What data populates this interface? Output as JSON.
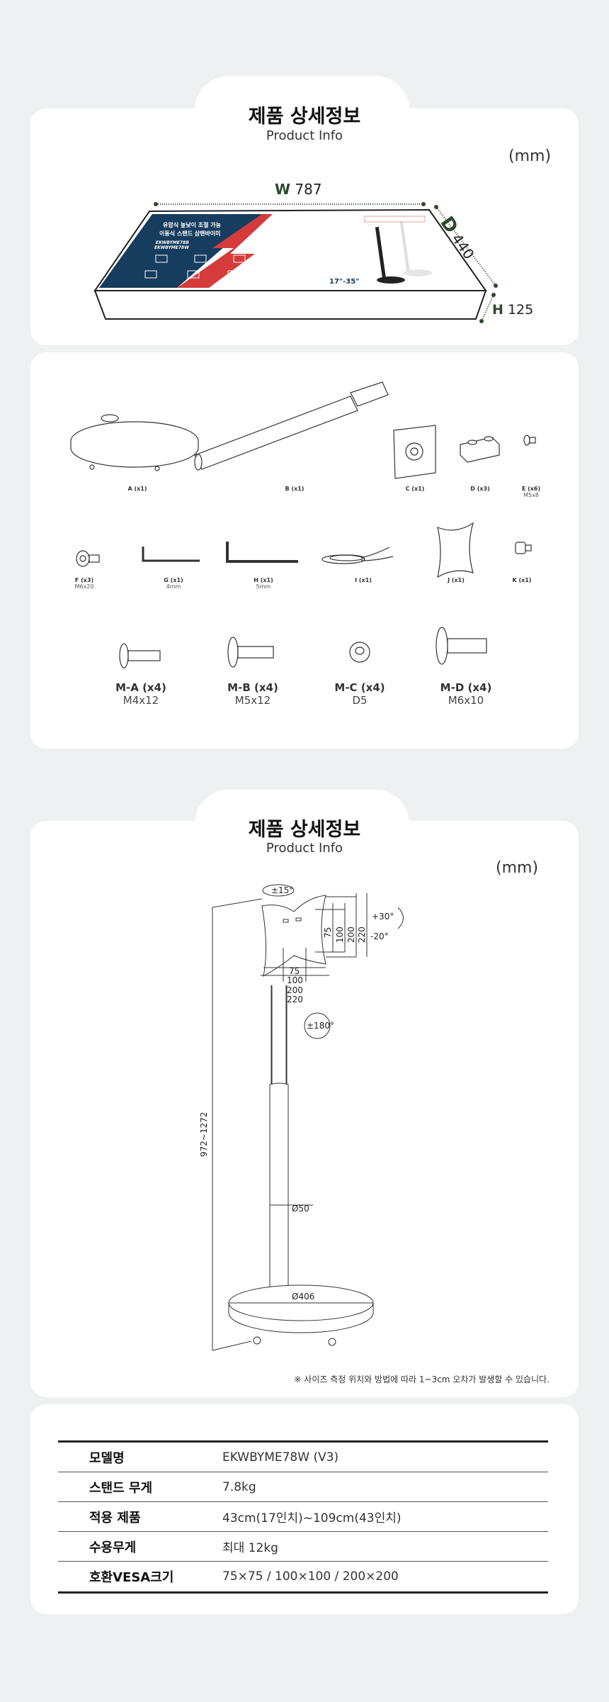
{
  "section1": {
    "title": "제품 상세정보",
    "subtitle": "Product Info",
    "unit": "(mm)",
    "dims": {
      "w_letter": "W",
      "w_value": "787",
      "d_letter": "D",
      "d_value": "440",
      "h_letter": "H",
      "h_value": "125"
    },
    "box_print": {
      "line1": "유압식 높낮이 조절 가능",
      "line2": "이동식 스탠드 삼탠바이미",
      "model1": "EKWBYME78B",
      "model2": "EKWBYME78W",
      "size": "17\"-35\""
    },
    "accent": "#2d4a2b"
  },
  "parts": {
    "row1": [
      {
        "label": "A (x1)",
        "sub": ""
      },
      {
        "label": "B (x1)",
        "sub": ""
      },
      {
        "label": "C (x1)",
        "sub": ""
      },
      {
        "label": "D (x3)",
        "sub": ""
      },
      {
        "label": "E (x6)",
        "sub": "M5x8"
      }
    ],
    "row2": [
      {
        "label": "F (x3)",
        "sub": "M6x20"
      },
      {
        "label": "G (x1)",
        "sub": "4mm"
      },
      {
        "label": "H (x1)",
        "sub": "5mm"
      },
      {
        "label": "I (x1)",
        "sub": ""
      },
      {
        "label": "J (x1)",
        "sub": ""
      },
      {
        "label": "K (x1)",
        "sub": ""
      }
    ],
    "row3": [
      {
        "label": "M-A (x4)",
        "sub": "M4x12"
      },
      {
        "label": "M-B (x4)",
        "sub": "M5x12"
      },
      {
        "label": "M-C (x4)",
        "sub": "D5"
      },
      {
        "label": "M-D (x4)",
        "sub": "M6x10"
      }
    ]
  },
  "section3": {
    "title": "제품 상세정보",
    "subtitle": "Product Info",
    "unit": "(mm)",
    "diagram": {
      "tilt_top": "±15°",
      "tilt_up": "+30°",
      "tilt_down": "-20°",
      "rotate": "±180°",
      "vesa_v": [
        "75",
        "100",
        "200",
        "220"
      ],
      "vesa_h": [
        "75",
        "100",
        "200",
        "220"
      ],
      "height": "972~1272",
      "pole_diameter": "Ø50",
      "base_diameter": "Ø406"
    },
    "note": "※ 사이즈 측정 위치와 방법에 따라 1~3cm 오차가 발생할 수 있습니다."
  },
  "specs": [
    {
      "key": "모델명",
      "value": "EKWBYME78W (V3)"
    },
    {
      "key": "스탠드 무게",
      "value": "7.8kg"
    },
    {
      "key": "적용 제품",
      "value": "43cm(17인치)~109cm(43인치)"
    },
    {
      "key": "수용무게",
      "value": "최대 12kg"
    },
    {
      "key": "호환VESA크기",
      "value": "75×75 / 100×100 / 200×200"
    }
  ]
}
